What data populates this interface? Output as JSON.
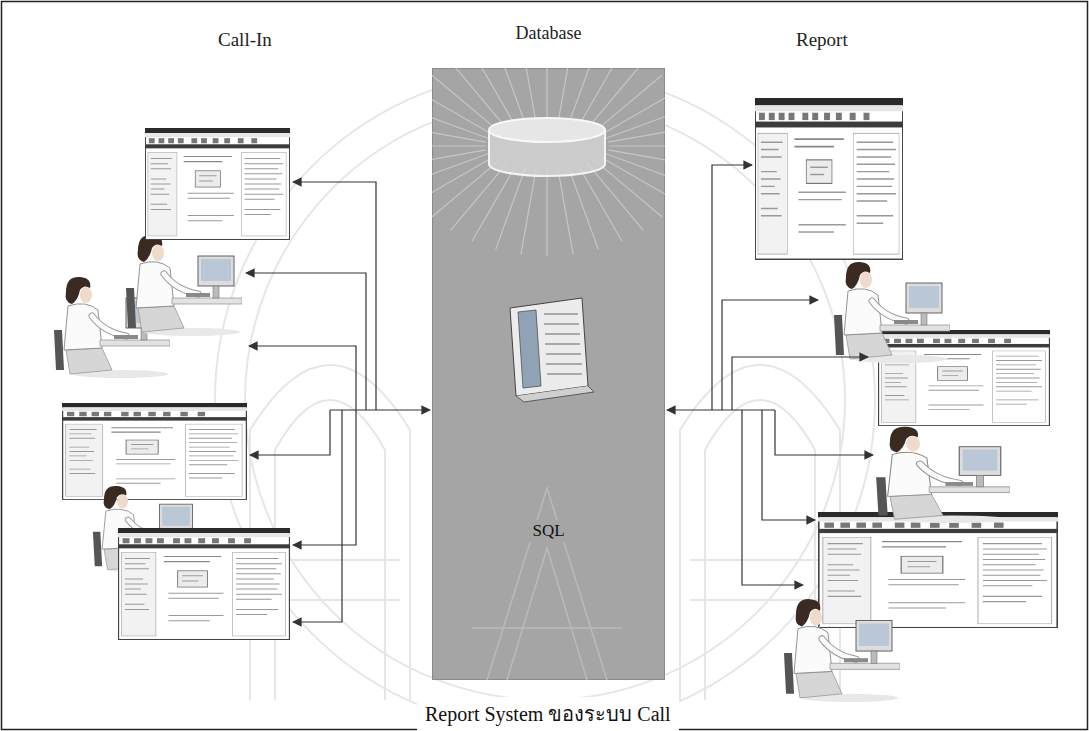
{
  "diagram": {
    "caption": "Report System ของระบบ Call",
    "nodes": [
      {
        "text": [
          "Database",
          "SQL"
        ]
      }
    ],
    "labels": [
      "Call-In",
      "Report"
    ]
  }
}
